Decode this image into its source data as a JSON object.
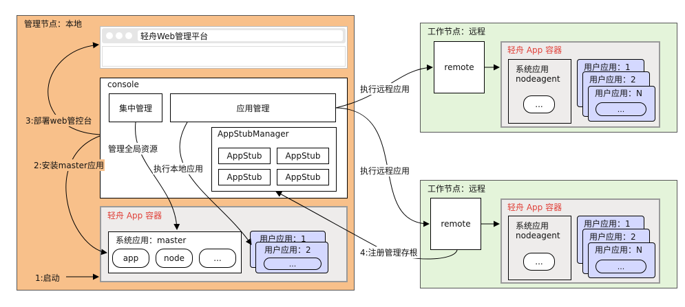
{
  "management_node": {
    "title": "管理节点：本地",
    "browser": {
      "title": "轻舟Web管理平台"
    },
    "console": {
      "label": "console",
      "central_mgmt": "集中管理",
      "app_mgmt": "应用管理",
      "stub_manager": {
        "label": "AppStubManager",
        "stubs": [
          "AppStub",
          "AppStub",
          "AppStub",
          "AppStub"
        ]
      }
    },
    "container": {
      "title": "轻舟 App 容器",
      "system_app": {
        "label": "系统应用：master",
        "items": [
          "app",
          "node",
          "..."
        ]
      },
      "user_apps": [
        "用户应用：1",
        "用户应用：2"
      ],
      "user_app_more": "..."
    }
  },
  "worker_nodes": [
    {
      "title": "工作节点：远程",
      "remote": "remote",
      "container_title": "轻舟 App 容器",
      "system_app": {
        "line1": "系统应用",
        "line2": "nodeagent",
        "more": "..."
      },
      "user_apps": [
        "用户应用：1",
        "用户应用：2",
        "用户应用：N"
      ],
      "user_app_more": "..."
    },
    {
      "title": "工作节点：远程",
      "remote": "remote",
      "container_title": "轻舟 App 容器",
      "system_app": {
        "line1": "系统应用",
        "line2": "nodeagent",
        "more": "..."
      },
      "user_apps": [
        "用户应用：1",
        "用户应用：2",
        "用户应用：N"
      ],
      "user_app_more": "..."
    }
  ],
  "edge_labels": {
    "deploy_console": "3:部署web管控台",
    "install_master": "2:安装master应用",
    "start": "1:启动",
    "manage_global": "管理全局资源",
    "exec_local": "执行本地应用",
    "exec_remote_1": "执行远程应用",
    "exec_remote_2": "执行远程应用",
    "register_stub": "4:注册管理存根"
  },
  "colors": {
    "management_bg": "#f8c08a",
    "worker_bg": "#e4f4da",
    "container_bg": "#eeeceb",
    "user_app_bg": "#d4d8ff",
    "container_title": "#e0413a"
  }
}
